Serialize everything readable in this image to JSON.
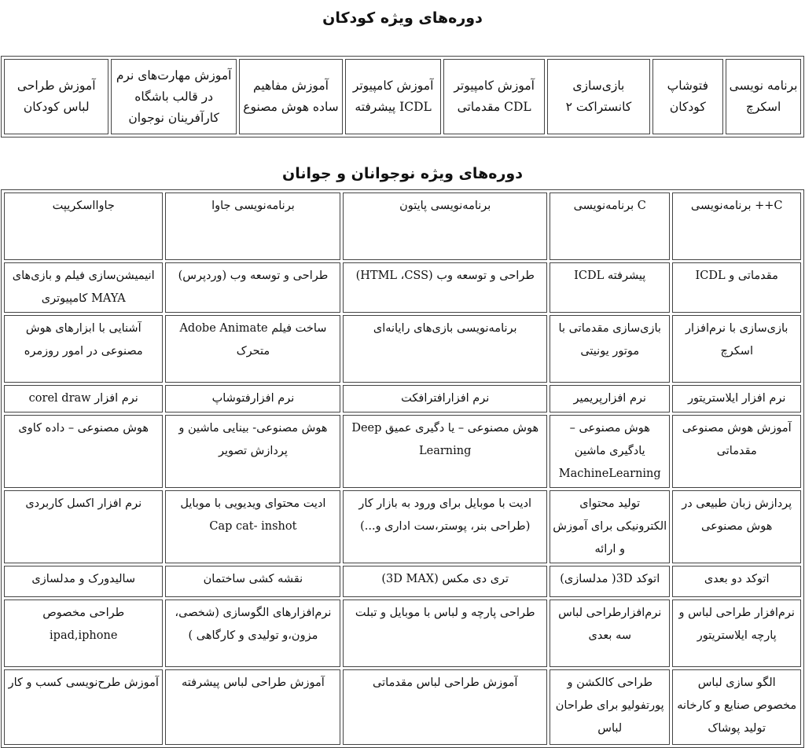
{
  "kids_title": "دوره‌های ویژه کودکان",
  "kids_courses": [
    "برنامه نویسی اسکرچ",
    "فتوشاپ کودکان",
    "بازی‌سازی کانستراکت ۲",
    "آموزش کامپیوتر CDL مقدماتی",
    "آموزش کامپیوتر ICDL پیشرفته",
    "آموزش مفاهیم ساده هوش مصنوع",
    "آموزش مهارت‌های نرم در قالب باشگاه کارآفرینان نوجوان",
    "آموزش طراحی لباس کودکان"
  ],
  "teens_title": "دوره‌های ویژه نوجوانان و جوانان",
  "teens_rows": [
    [
      "C++ برنامه‌نویسی",
      "C برنامه‌نویسی",
      "برنامه‌نویسی پایتون",
      "برنامه‌نویسی جاوا",
      "جاوااسکریپت"
    ],
    [
      "مقدماتی و ICDL",
      "پیشرفته ICDL",
      "طراحی و توسعه وب (HTML ،CSS)",
      "طراحی و توسعه وب (وردپرس)",
      "انیمیشن‌سازی فیلم و بازی‌های MAYA کامپیوتری"
    ],
    [
      "بازی‌سازی با نرم‌افزار اسکرچ",
      "بازی‌سازی مقدماتی با موتور یونیتی",
      "برنامه‌نویسی بازی‌های رایانه‌ای",
      "ساخت فیلم Adobe Animate متحرک",
      "آشنایی با ابزارهای هوش مصنوعی در امور روزمره"
    ],
    [
      "نرم افزار ایلاستریتور",
      "نرم افزارپریمیر",
      "نرم افزارافترافکت",
      "نرم افزارفتوشاپ",
      "نرم افزار corel draw"
    ],
    [
      "آموزش هوش مصنوعی مقدماتی",
      "هوش مصنوعی – یادگیری ماشین MachineLearning",
      "هوش مصنوعی – یا دگیری عمیق Deep Learning",
      "هوش مصنوعی- بینایی ماشین و پردازش تصویر",
      "هوش مصنوعی – داده کاوی"
    ],
    [
      "پردازش زبان طبیعی در هوش مصنوعی",
      "تولید محتوای الکترونیکی برای آموزش و ارائه",
      "ادیت با موبایل برای ورود به بازار کار (طراحی بنر، پوستر،ست اداری و...)",
      "ادیت محتوای ویدیویی با موبایل Cap cat- inshot",
      "نرم افزار اکسل کاربردی"
    ],
    [
      "اتوکد دو بعدی",
      "اتوکد 3D( مدلسازی)",
      "تری دی مکس (3D MAX)",
      "نقشه کشی ساختمان",
      "سالیدورک و مدلسازی"
    ],
    [
      "نرم‌افزار طراحی لباس و پارچه ایلاستریتور",
      "نرم‌افزارطراحی لباس سه بعدی",
      "طراحی پارچه و لباس با موبایل و تبلت",
      "نرم‌افزارهای الگوسازی (شخصی، مزون،و تولیدی و کارگاهی )",
      "طراحی مخصوص ipad,iphone"
    ],
    [
      "الگو سازی لباس مخصوص صنایع و کارخانه تولید پوشاک",
      "طراحی کالکشن و پورتفولیو برای طراحان لباس",
      "آموزش طراحی لباس مقدماتی",
      "آموزش طراحی لباس پیشرفته",
      "آموزش طرح‌نویسی کسب و کار"
    ]
  ]
}
